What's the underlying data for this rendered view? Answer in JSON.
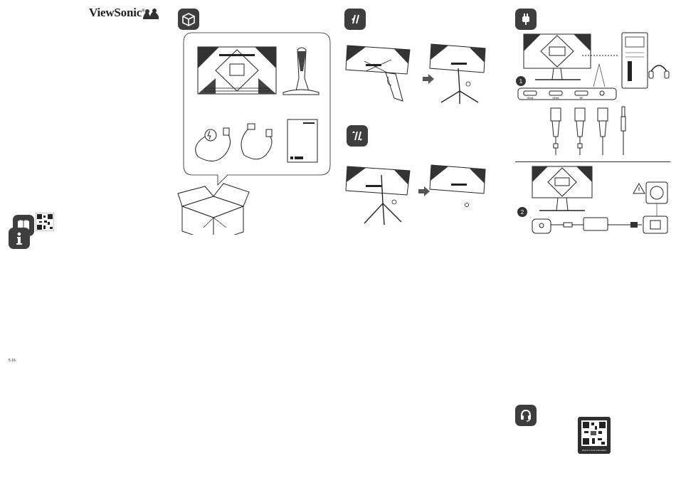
{
  "brand": {
    "name": "ViewSonic",
    "mark": "®"
  },
  "sections": {
    "guide_icon": "book-icon",
    "info_icon": "info-icon",
    "box_icon": "box-icon",
    "install_icon": "install-stand-icon",
    "remove_icon": "remove-stand-icon",
    "power_icon": "plug-icon",
    "support_icon": "headset-icon"
  },
  "ports": {
    "port1": "HDMI",
    "port2": "HDMI",
    "port3": "DP"
  },
  "steps": {
    "one": "1",
    "two": "2"
  },
  "footer_code": "5 16",
  "qr_caption": "Scan for more information",
  "colors": {
    "icon_bg": "#3e3e3e",
    "line": "#222222"
  }
}
